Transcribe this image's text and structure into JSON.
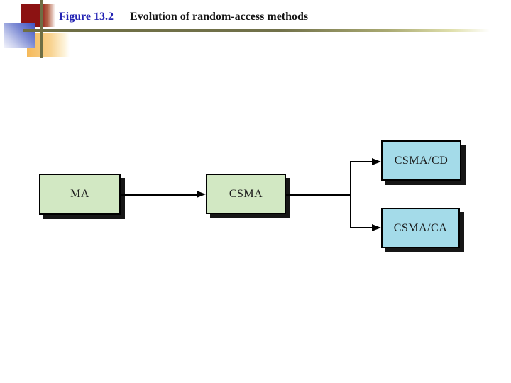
{
  "header": {
    "figure_label": "Figure 13.2",
    "title": "Evolution of random-access methods"
  },
  "colors": {
    "slide_background": "#ffffff",
    "figure_label_text": "#2323b3",
    "title_text": "#141414",
    "node_green_fill": "#d2e8c3",
    "node_blue_fill": "#a4dbe9",
    "node_border": "#000000",
    "node_shadow": "#161616",
    "connector": "#000000",
    "decor_red_square": "#8c1212",
    "decor_blue_square": "#3f51c1",
    "decor_orange_square": "#f5b95a",
    "decor_lines_olive": "#6e6e44"
  },
  "diagram": {
    "nodes": [
      {
        "id": "ma",
        "label": "MA",
        "fill": "green"
      },
      {
        "id": "csma",
        "label": "CSMA",
        "fill": "green"
      },
      {
        "id": "csma-cd",
        "label": "CSMA/CD",
        "fill": "blue"
      },
      {
        "id": "csma-ca",
        "label": "CSMA/CA",
        "fill": "blue"
      }
    ],
    "edges": [
      {
        "from": "MA",
        "to": "CSMA"
      },
      {
        "from": "CSMA",
        "to": "CSMA/CD"
      },
      {
        "from": "CSMA",
        "to": "CSMA/CA"
      }
    ]
  }
}
